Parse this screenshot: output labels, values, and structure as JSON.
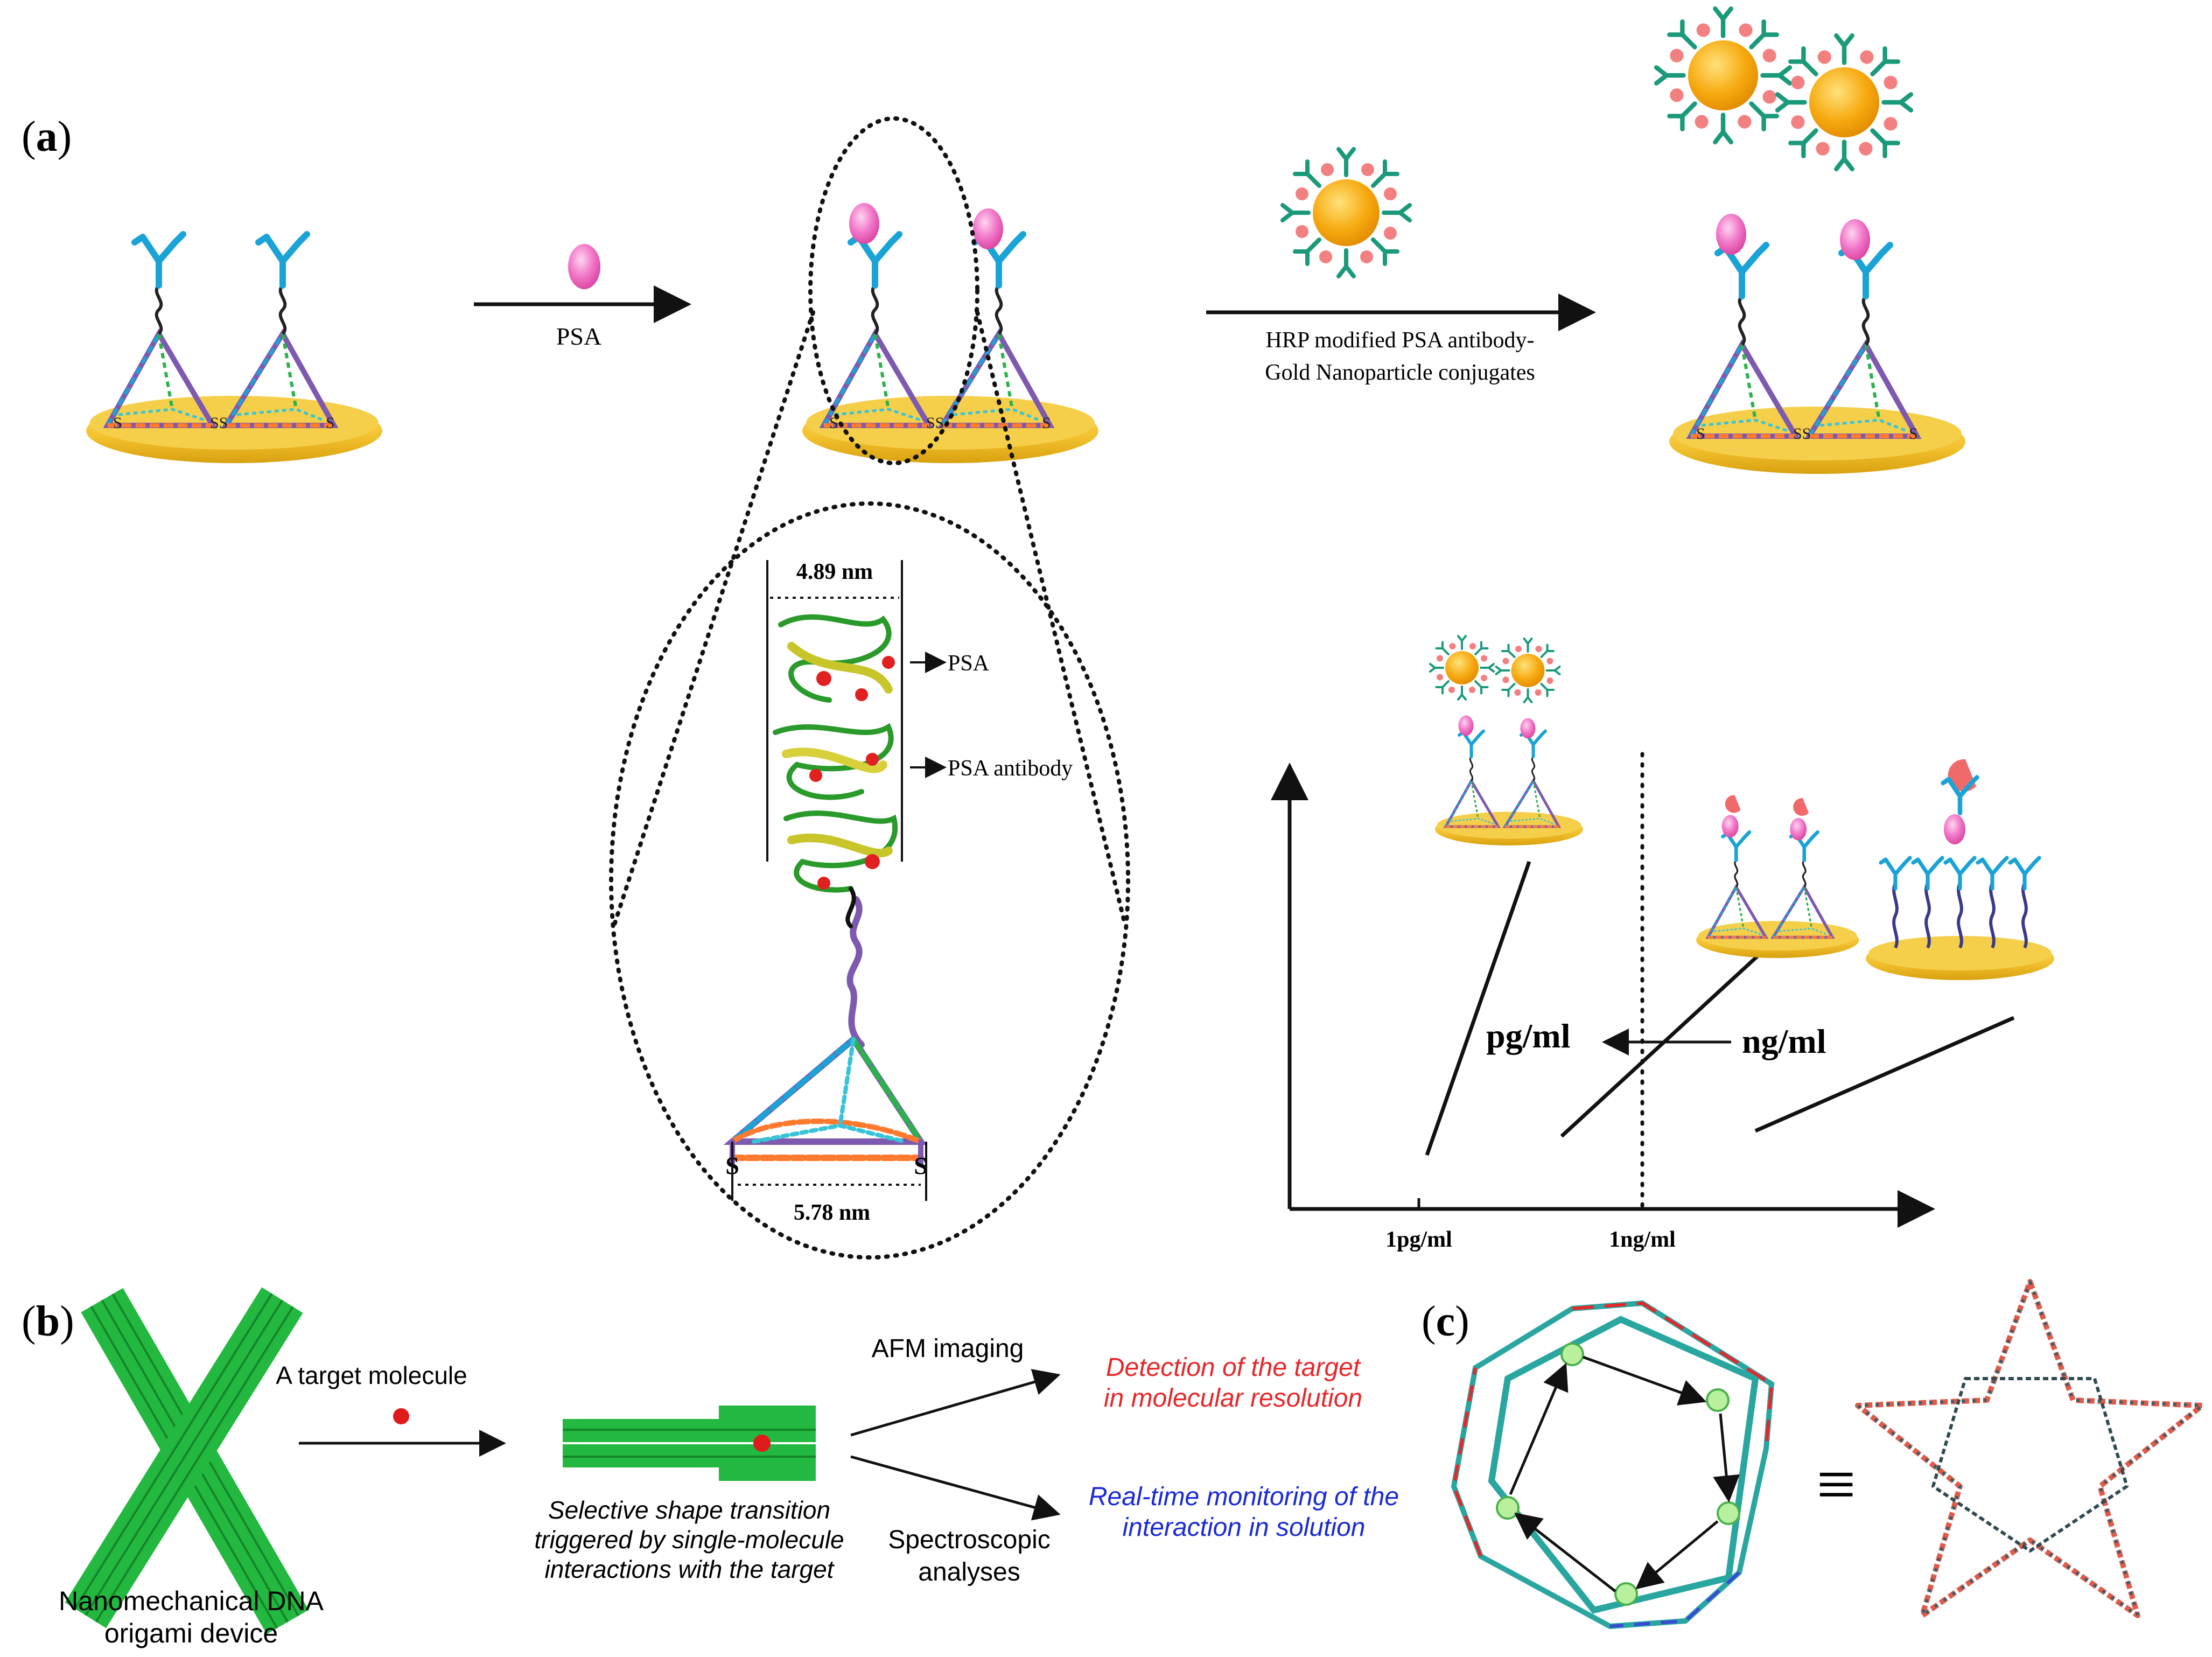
{
  "panels": {
    "a": {
      "panel_label": "a",
      "reagent_label": "PSA",
      "conjugate_label_line1": "HRP modified PSA antibody-",
      "conjugate_label_line2": "Gold Nanoparticle conjugates",
      "dim_top": "4.89 nm",
      "dim_bottom": "5.78 nm",
      "psa_pointer": "PSA",
      "antibody_pointer": "PSA antibody",
      "thiol": "S",
      "thiol_pair": "SS",
      "unit_pg": "pg/ml",
      "unit_ng": "ng/ml",
      "x_tick_1": "1pg/ml",
      "x_tick_2": "1ng/ml"
    },
    "b": {
      "panel_label": "b",
      "target_label": "A target molecule",
      "device_line1": "Nanomechanical DNA",
      "device_line2": "origami device",
      "transition_line1": "Selective shape transition",
      "transition_line2": "triggered by single-molecule",
      "transition_line3": "interactions with the target",
      "afm_label": "AFM imaging",
      "spectro_line1": "Spectroscopic",
      "spectro_line2": "analyses",
      "detect_line1": "Detection of the target",
      "detect_line2": "in molecular resolution",
      "realtime_line1": "Real-time monitoring of the",
      "realtime_line2": "interaction in solution"
    },
    "c": {
      "panel_label": "c",
      "equiv_symbol": "≡"
    }
  },
  "colors": {
    "gold": "#f2c12e",
    "dna_green": "#22b34a",
    "antibody": "#1aa3d6",
    "psa": "#ee5fb8",
    "red_text": "#e8262a",
    "blue_text": "#1a2ad6"
  }
}
